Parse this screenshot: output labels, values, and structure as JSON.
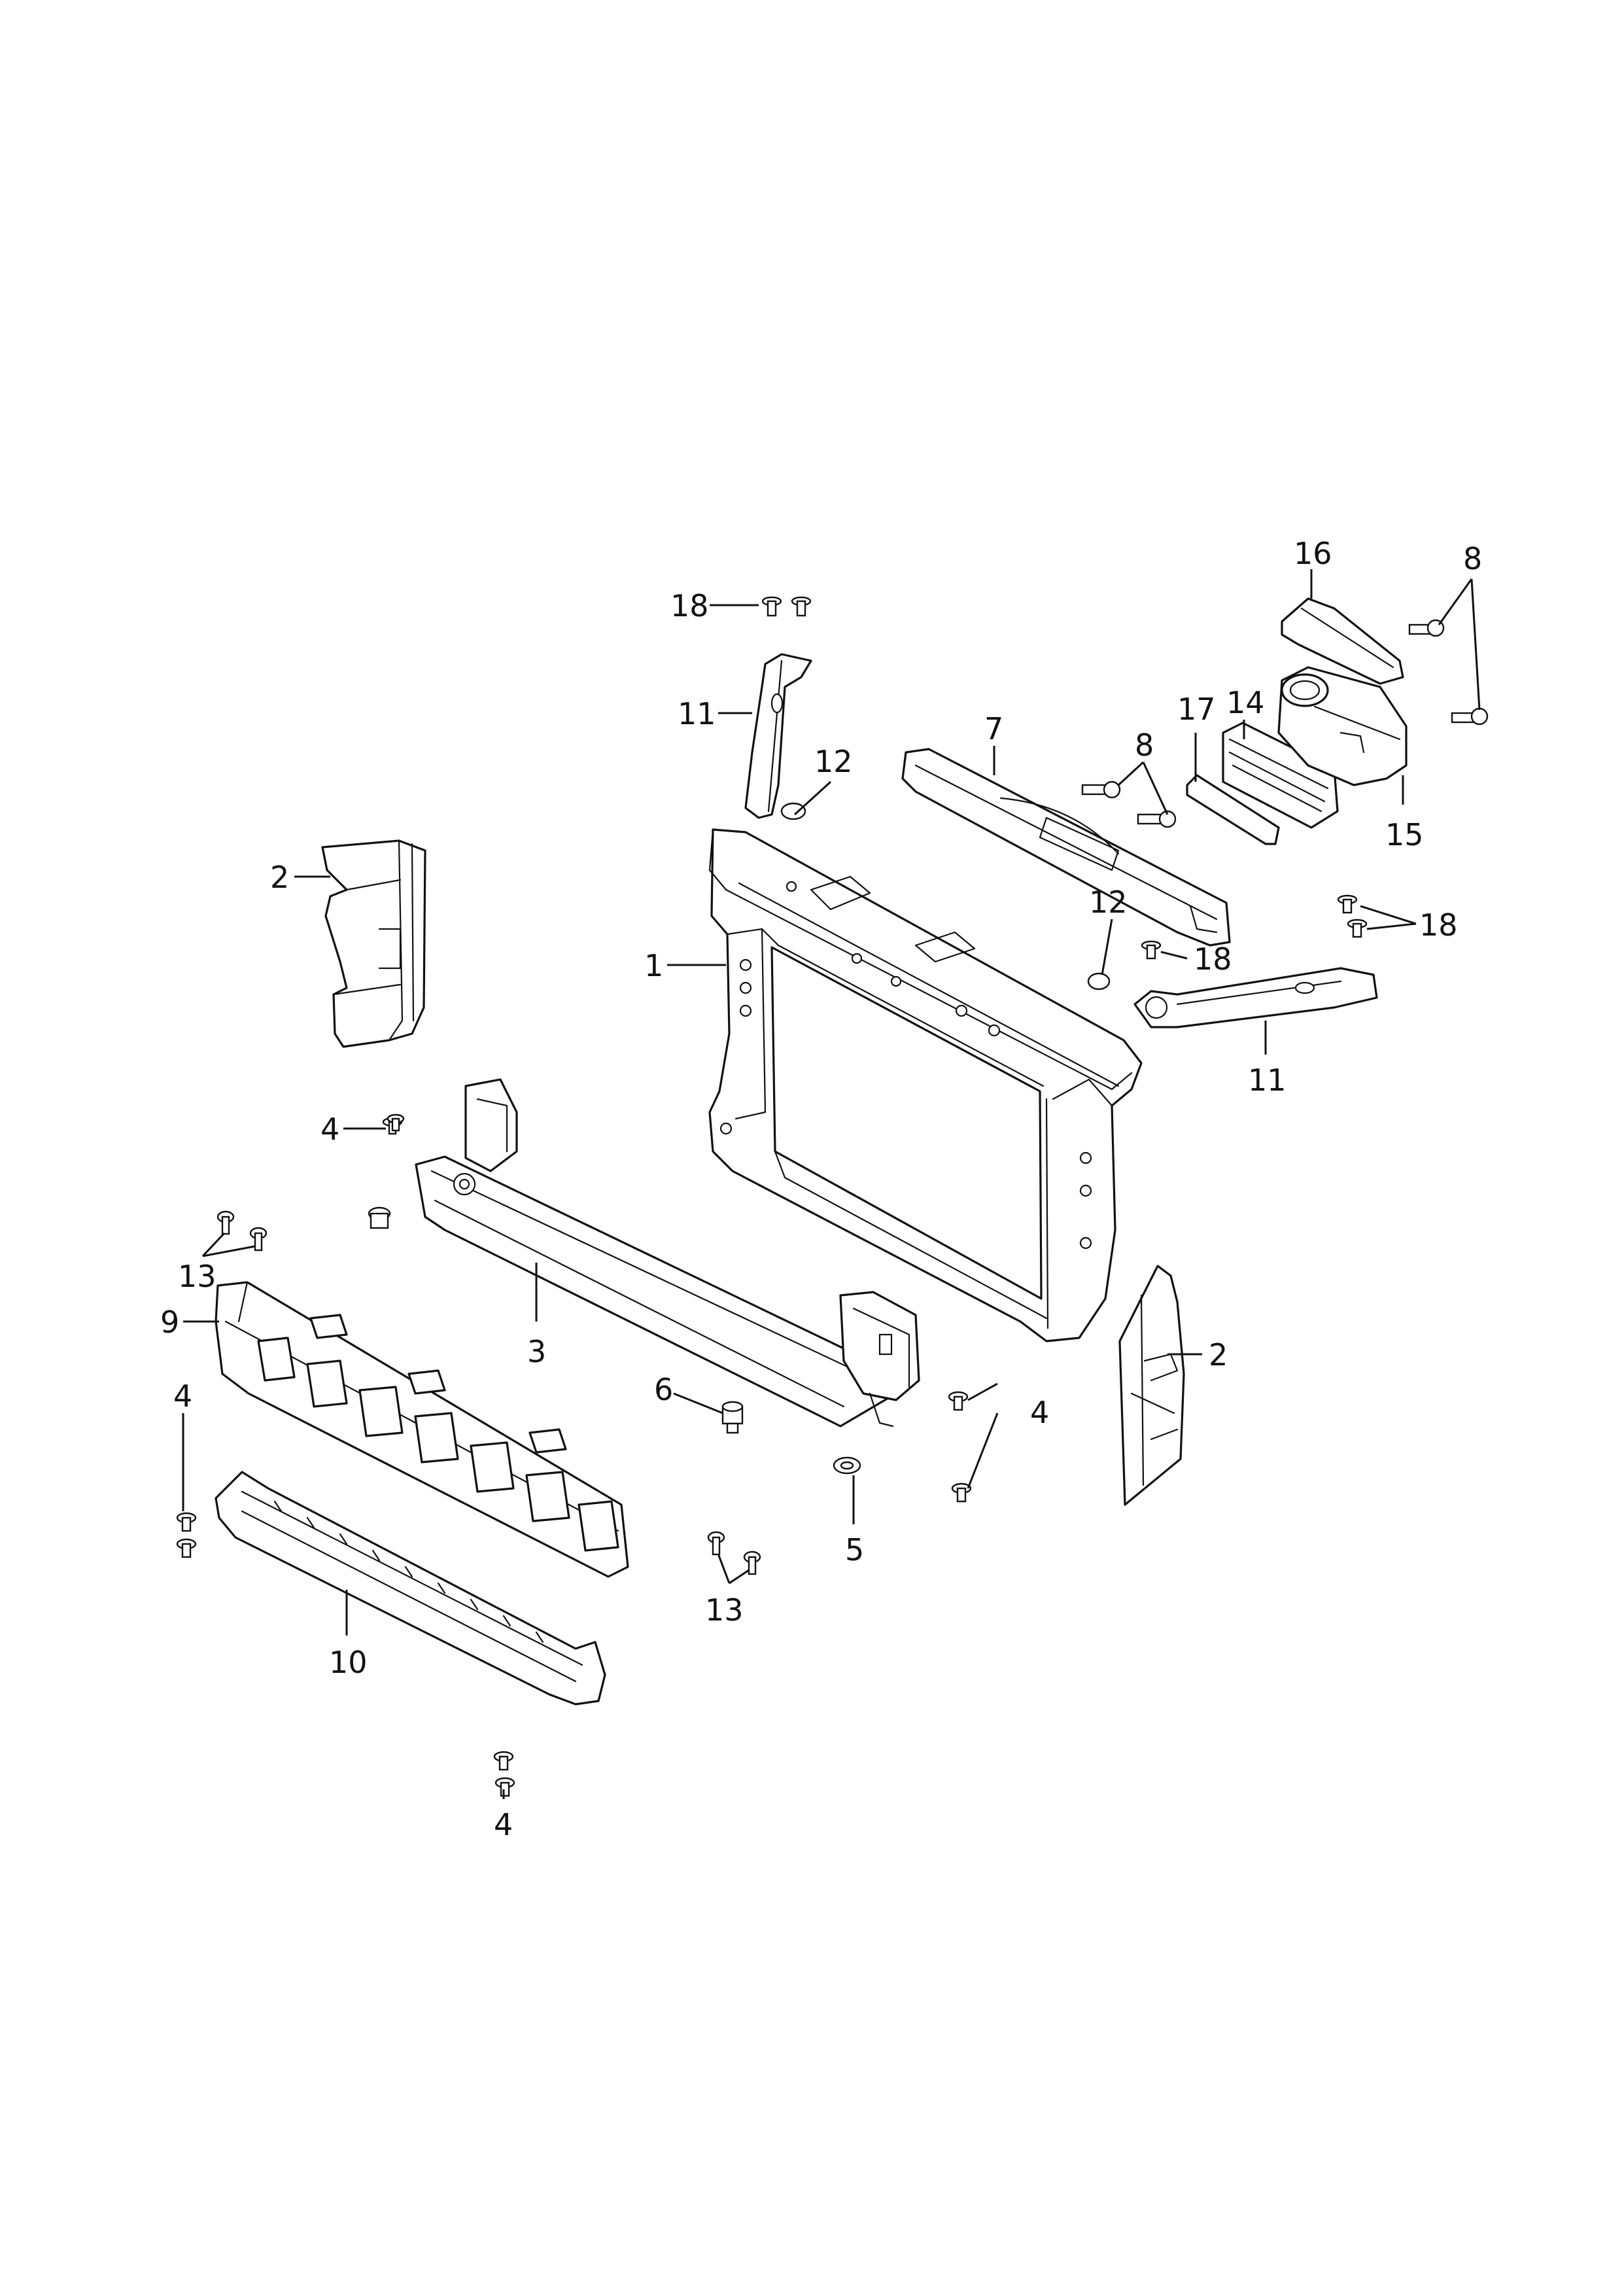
{
  "callouts": {
    "c1": "1",
    "c2a": "2",
    "c2b": "2",
    "c3": "3",
    "c4a": "4",
    "c4b": "4",
    "c4c": "4",
    "c4d": "4",
    "c5": "5",
    "c6": "6",
    "c7": "7",
    "c8a": "8",
    "c8b": "8",
    "c9": "9",
    "c10": "10",
    "c11a": "11",
    "c11b": "11",
    "c12a": "12",
    "c12b": "12",
    "c13a": "13",
    "c13b": "13",
    "c14": "14",
    "c15": "15",
    "c16": "16",
    "c17": "17",
    "c18a": "18",
    "c18b": "18",
    "c18c": "18"
  }
}
